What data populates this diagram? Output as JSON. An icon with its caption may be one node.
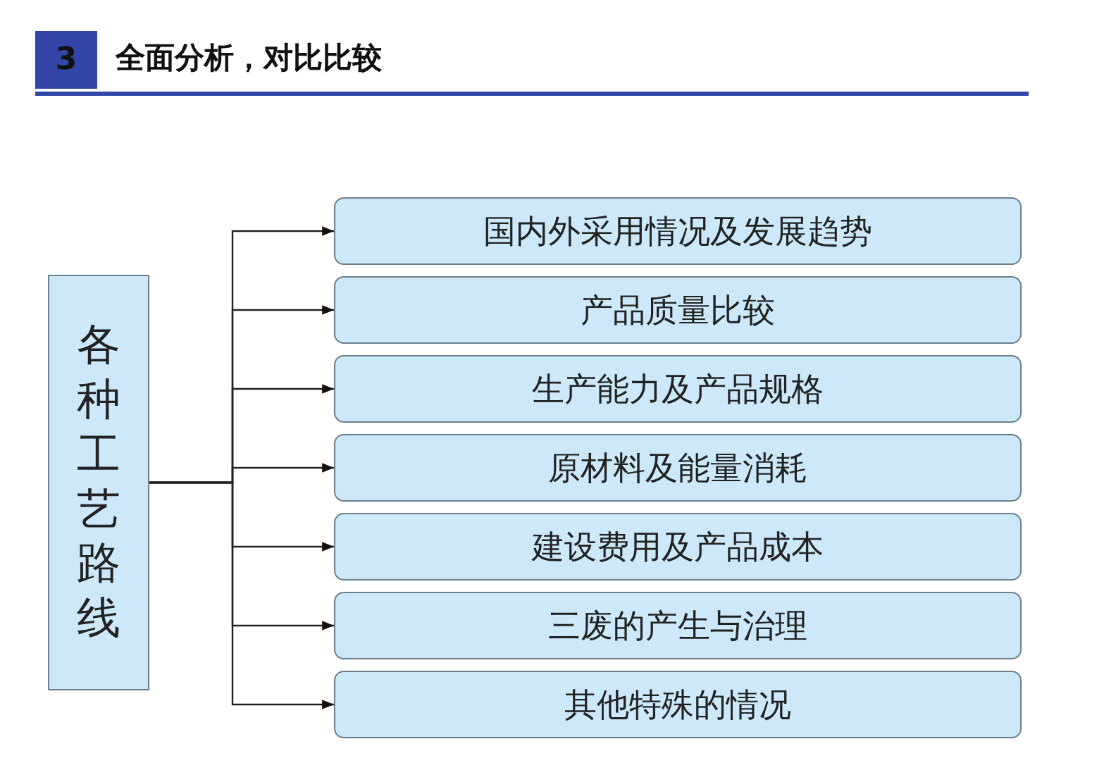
{
  "diagram": {
    "title": "全面分析，对比比较",
    "nodes": [
      {
        "text": [
          "各种工艺路线"
        ]
      },
      {
        "text": [
          "国内外采用情况及发展趋势"
        ]
      },
      {
        "text": [
          "产品质量比较"
        ]
      },
      {
        "text": [
          "生产能力及产品规格"
        ]
      },
      {
        "text": [
          "原材料及能量消耗"
        ]
      },
      {
        "text": [
          "建设费用及产品成本"
        ]
      },
      {
        "text": [
          "三废的产生与治理"
        ]
      },
      {
        "text": [
          "其他特殊的情况"
        ]
      }
    ],
    "edges": [
      {
        "from": 0,
        "to": 1,
        "arrow": "to"
      },
      {
        "from": 0,
        "to": 2,
        "arrow": "to"
      },
      {
        "from": 0,
        "to": 3,
        "arrow": "to"
      },
      {
        "from": 0,
        "to": 4,
        "arrow": "to"
      },
      {
        "from": 0,
        "to": 5,
        "arrow": "to"
      },
      {
        "from": 0,
        "to": 6,
        "arrow": "to"
      },
      {
        "from": 0,
        "to": 7,
        "arrow": "to"
      }
    ],
    "labels": [
      "3"
    ]
  }
}
